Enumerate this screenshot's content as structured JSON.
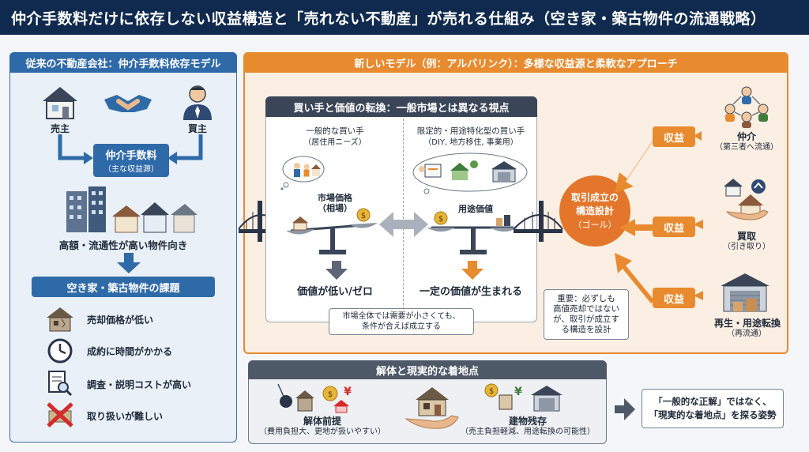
{
  "title": "仲介手数料だけに依存しない収益構造と「売れない不動産」が売れる仕組み（空き家・築古物件の流通戦略）",
  "left": {
    "heading": "従来の不動産会社：仲介手数料依存モデル",
    "seller": "売主",
    "buyer": "買主",
    "fee_title": "仲介手数料",
    "fee_sub": "（主な収益源）",
    "suited": "高額・流通性が高い物件向き",
    "issues_heading": "空き家・築古物件の課題",
    "issues": [
      "売却価格が低い",
      "成約に時間がかかる",
      "調査・説明コストが高い",
      "取り扱いが難しい"
    ]
  },
  "right": {
    "heading": "新しいモデル（例：アルバリンク）：多様な収益源と柔軟なアプローチ",
    "shift_heading": "買い手と価値の転換：一般市場とは異なる視点",
    "general_buyer": "一般的な買い手",
    "general_need": "（居住用ニーズ）",
    "market_price": "市場価格",
    "market_price_sub": "（相場）",
    "value_low": "価値が低い/ゼロ",
    "limited_buyer": "限定的・用途特化型の買い手",
    "limited_need": "（DIY, 地方移住, 事業用）",
    "use_value": "用途価値",
    "value_created": "一定の価値が生まれる",
    "market_note_1": "市場全体では需要が小さくても、",
    "market_note_2": "条件が合えば成立する",
    "goal_1": "取引成立の",
    "goal_2": "構造設計",
    "goal_3": "（ゴール）",
    "revenue_label": "収益",
    "sources": [
      {
        "name": "仲介",
        "sub": "（第三者へ流通）"
      },
      {
        "name": "買取",
        "sub": "（引き取り）"
      },
      {
        "name": "再生・用途転換",
        "sub": "（再流通）"
      }
    ],
    "important_note": [
      "重要：必ずしも",
      "高値売却ではない",
      "が、取引が成立す",
      "る構造を設計"
    ]
  },
  "bottom": {
    "heading": "解体と現実的な着地点",
    "demolition": "解体前提",
    "demolition_sub": "（費用負担大、更地が扱いやすい）",
    "keep": "建物残存",
    "keep_sub": "（売主負担軽減、用途転換の可能性）",
    "conclusion_1": "「一般的な正解」ではなく、",
    "conclusion_2": "「現実的な着地点」を探る姿勢"
  },
  "colors": {
    "navy": "#0f2a4e",
    "blue": "#2f6aa8",
    "orange": "#e88a2e",
    "gray": "#4e5968"
  }
}
